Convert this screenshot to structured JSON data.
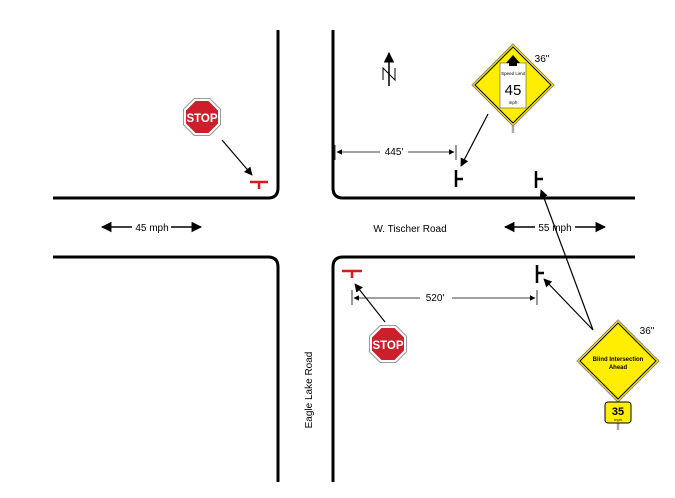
{
  "roads": {
    "ew_road_name": "W. Tischer Road",
    "ns_road_name": "Eagle Lake Road"
  },
  "speeds": {
    "west_speed": "45 mph",
    "east_speed": "55 mph"
  },
  "distances": {
    "north_distance": "445'",
    "south_distance": "520'"
  },
  "stop_signs": {
    "label": "STOP"
  },
  "speed_limit_sign": {
    "top_label": "Speed Limit",
    "value": "45",
    "unit": "mph",
    "size_label": "36\""
  },
  "warning_sign": {
    "label_line1": "Blind Intersection",
    "label_line2": "Ahead",
    "size_label": "36\"",
    "plaque_value": "35",
    "plaque_unit": "mph"
  },
  "north_arrow": {
    "label": "N"
  },
  "colors": {
    "stop_red": "#cc1f2b",
    "sign_yellow": "#ffee00",
    "road_line": "#000000",
    "marker_red": "#e0181b"
  }
}
